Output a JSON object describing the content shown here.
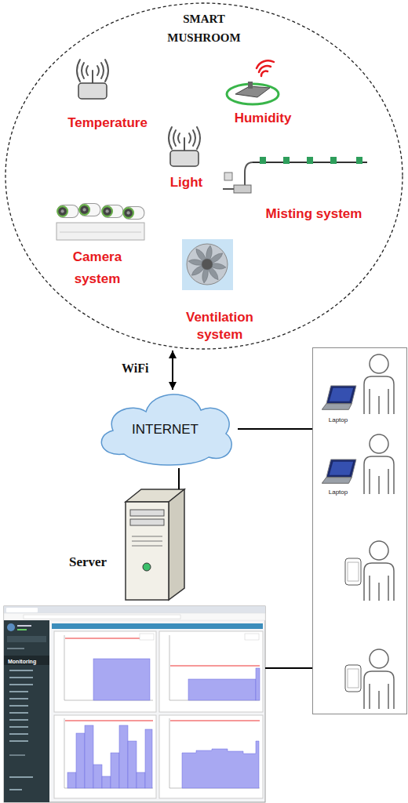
{
  "diagram": {
    "nodes": [
      {
        "text": [
          "SMART MUSHROOM"
        ]
      },
      {
        "text": [
          "Temperature"
        ],
        "in": 0
      },
      {
        "text": [
          "Humidity"
        ],
        "in": 0
      },
      {
        "text": [
          "Light"
        ],
        "in": 0
      },
      {
        "text": [
          "Misting system"
        ],
        "in": 0
      },
      {
        "text": [
          "Camera system"
        ],
        "in": 0
      },
      {
        "text": [
          "Ventilation system"
        ],
        "in": 0
      },
      {
        "text": [
          "INTERNET"
        ]
      },
      {
        "text": [
          "Server"
        ]
      },
      {
        "text": [
          "Monitoring"
        ]
      },
      {
        "text": [
          "Laptop",
          "Laptop"
        ]
      }
    ],
    "edges": [
      {
        "from": 0,
        "to": 7,
        "label": "WiFi",
        "arrow": "both"
      },
      {
        "from": 7,
        "to": 10,
        "arrow": "none"
      },
      {
        "from": 7,
        "to": 8,
        "arrow": "none"
      },
      {
        "from": 9,
        "to": 10,
        "arrow": "none"
      }
    ]
  }
}
